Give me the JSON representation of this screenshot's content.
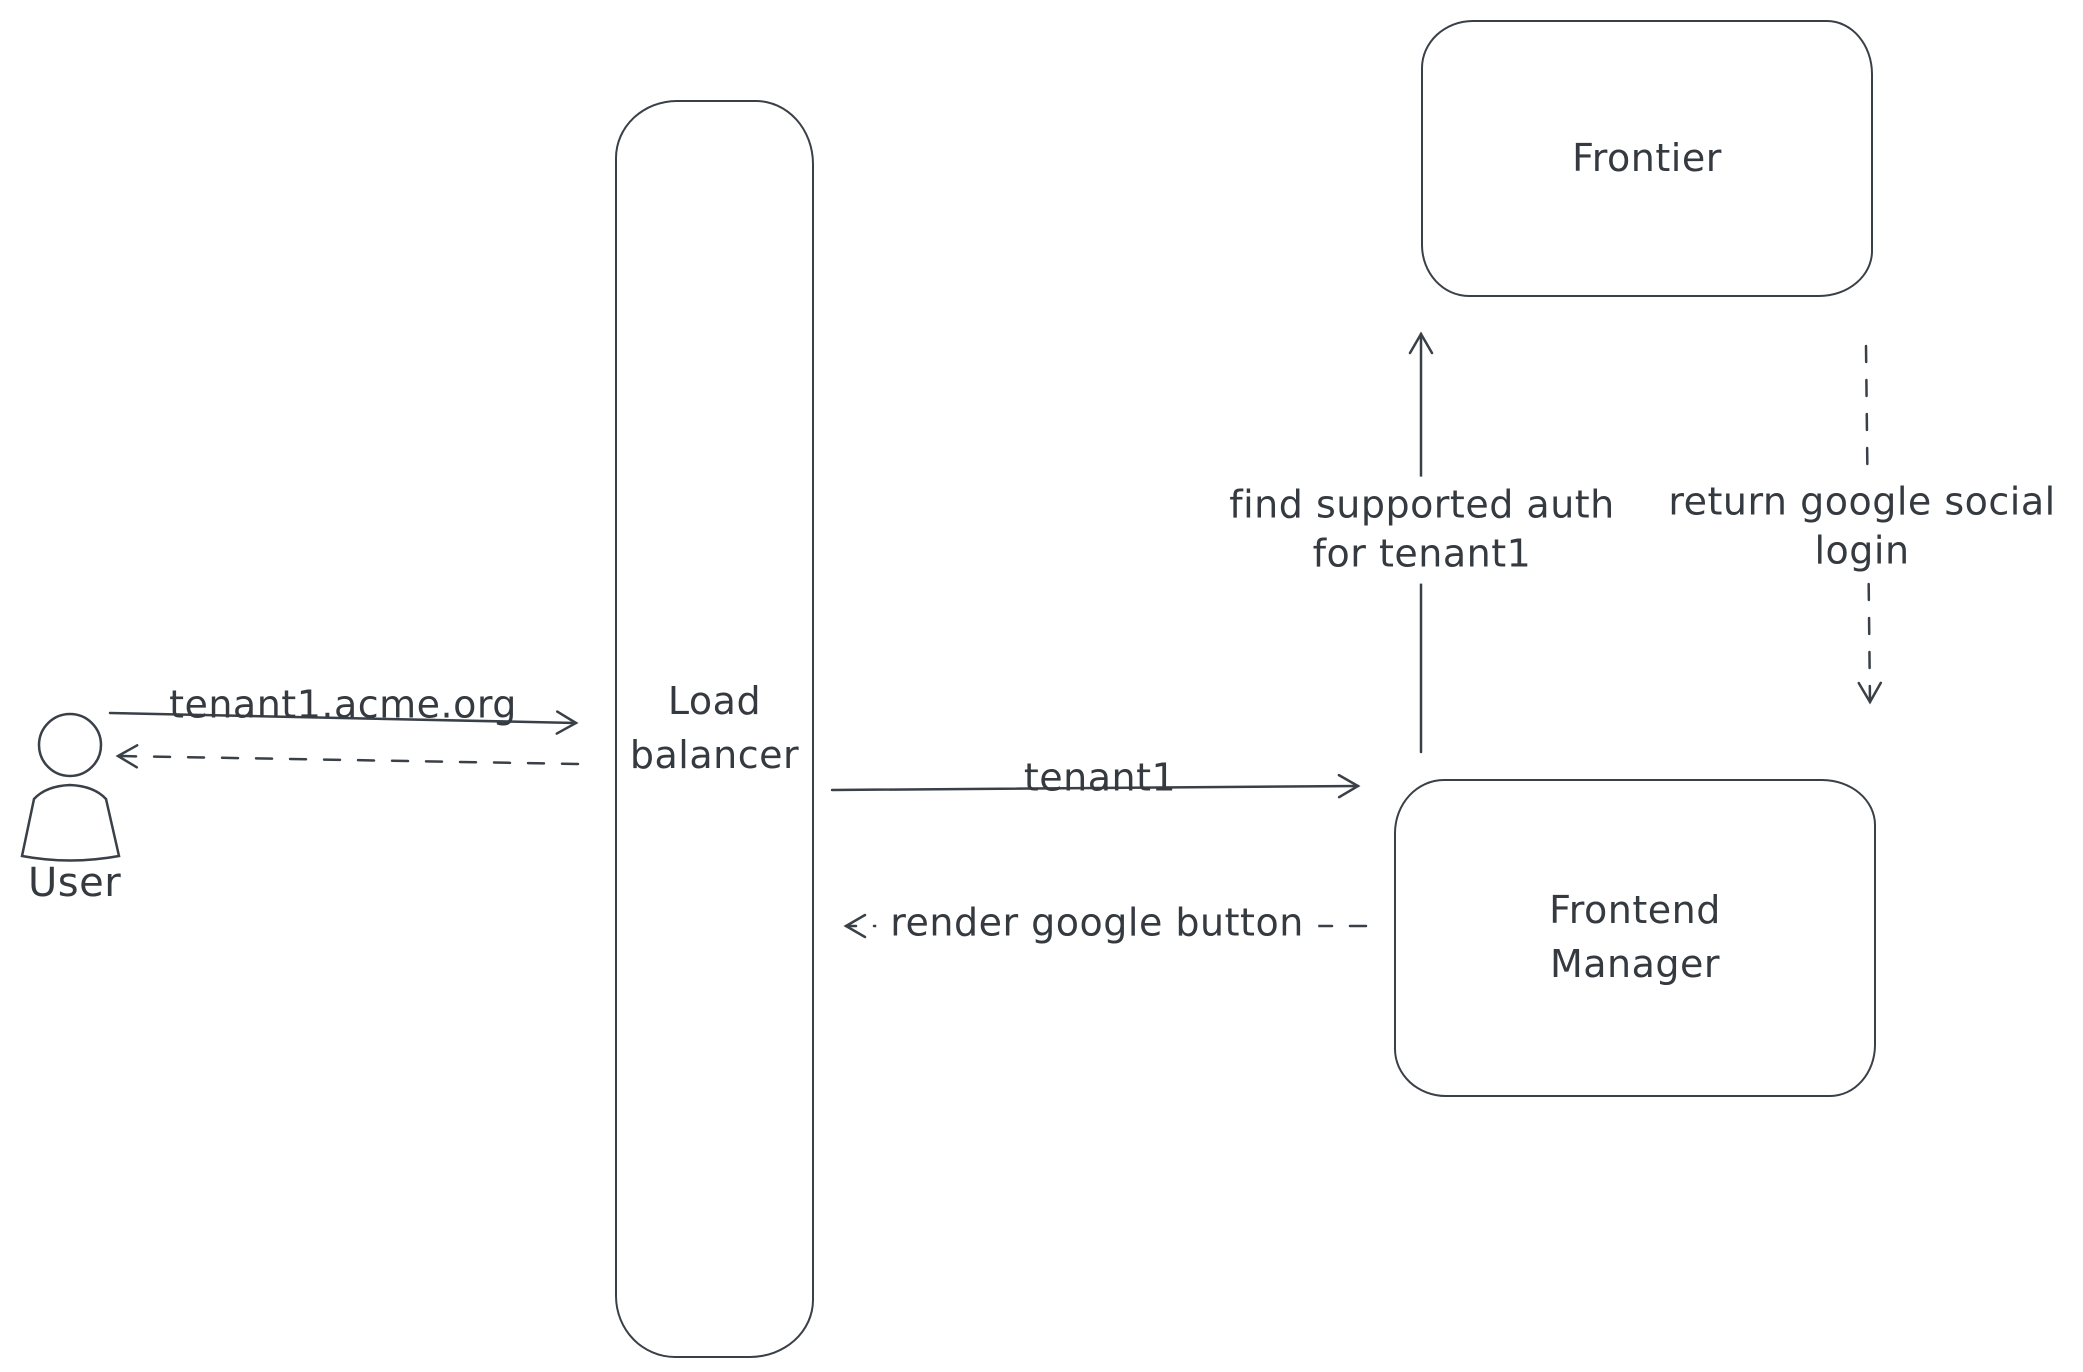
{
  "diagram": {
    "colors": {
      "stroke": "#3a4048",
      "background": "#ffffff",
      "hatch_fill": "#d6d6d6"
    },
    "actor": {
      "user_label": "User"
    },
    "nodes": {
      "load_balancer": {
        "line1": "Load",
        "line2": "balancer"
      },
      "frontier": {
        "label": "Frontier"
      },
      "frontend_manager": {
        "line1": "Frontend",
        "line2": "Manager"
      }
    },
    "edges": {
      "user_to_lb": {
        "label": "tenant1.acme.org",
        "style": "solid"
      },
      "lb_to_user": {
        "label": "",
        "style": "dashed"
      },
      "lb_to_fm": {
        "label": "tenant1",
        "style": "solid"
      },
      "fm_to_lb": {
        "label": "render google button",
        "style": "dashed"
      },
      "fm_to_frontier": {
        "line1": "find supported auth",
        "line2": "for tenant1",
        "style": "solid"
      },
      "frontier_to_fm": {
        "line1": "return google social",
        "line2": "login",
        "style": "dashed"
      }
    }
  }
}
